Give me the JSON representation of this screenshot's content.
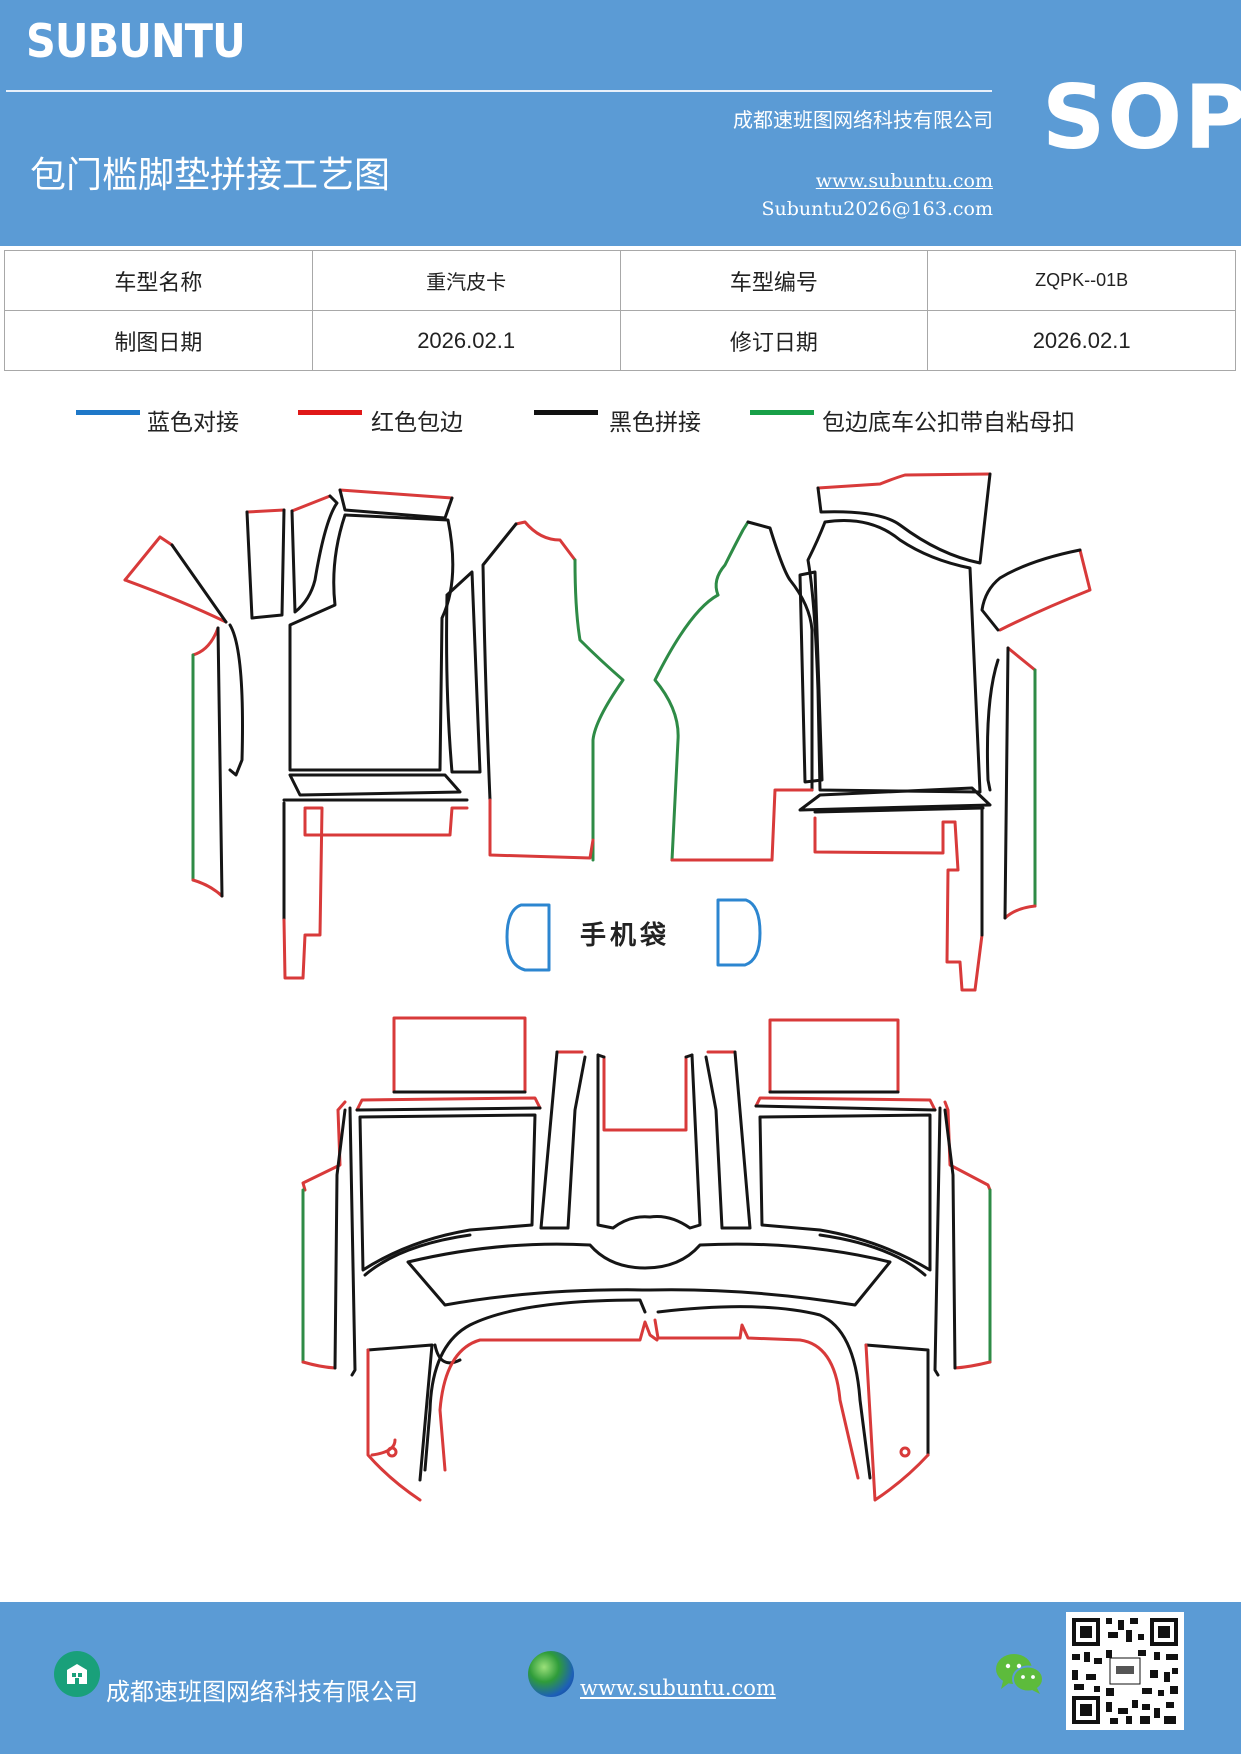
{
  "header": {
    "brand": "SUBUNTU",
    "company": "成都速班图网络科技有限公司",
    "title": "包门槛脚垫拼接工艺图",
    "website": "www.subuntu.com",
    "email": "Subuntu2026@163.com",
    "sop": "SOP",
    "bg_color": "#5b9bd5"
  },
  "info_table": {
    "model_name_label": "车型名称",
    "model_name_value": "重汽皮卡",
    "model_code_label": "车型编号",
    "model_code_value": "ZQPK--01B",
    "draw_date_label": "制图日期",
    "draw_date_value": "2026.02.1",
    "revise_date_label": "修订日期",
    "revise_date_value": "2026.02.1"
  },
  "legend": [
    {
      "label": "蓝色对接",
      "color": "#1f78c8"
    },
    {
      "label": "红色包边",
      "color": "#e01818"
    },
    {
      "label": "黑色拼接",
      "color": "#111111"
    },
    {
      "label": "包边底车公扣带自粘母扣",
      "color": "#18a048"
    }
  ],
  "diagram": {
    "phone_pocket_label": "手机袋",
    "edge_colors": {
      "red": "#d83a3a",
      "black": "#151515",
      "green": "#2e8b46",
      "blue": "#2c86d0"
    }
  },
  "footer": {
    "company": "成都速班图网络科技有限公司",
    "website": "www.subuntu.com",
    "icons": [
      "building-icon",
      "globe-icon",
      "wechat-icon",
      "qr-code"
    ]
  }
}
